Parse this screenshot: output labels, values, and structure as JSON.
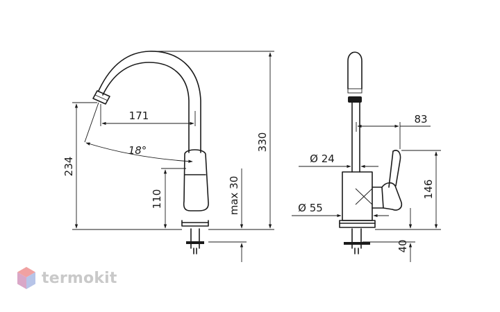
{
  "dimensions": {
    "reach": "171",
    "swivel_angle": "18°",
    "spout_height": "234",
    "total_height": "330",
    "handle_height": "110",
    "max_deck": "max 30",
    "hose_diameter": "Ø 24",
    "body_diameter": "Ø 55",
    "handle_depth": "83",
    "body_height": "146",
    "shank_length": "40"
  },
  "brand": {
    "name": "termokit",
    "logo_colors": [
      "#f0a1a1",
      "#b7c4e8",
      "#d9a7c7"
    ]
  }
}
